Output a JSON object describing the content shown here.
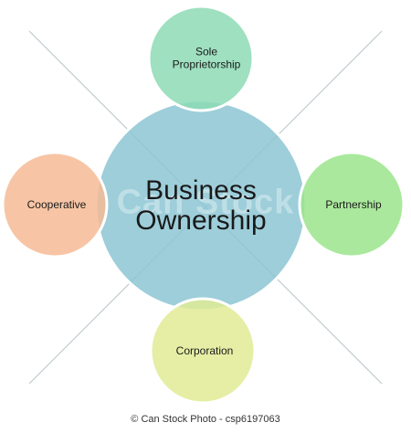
{
  "diagram": {
    "center": {
      "lines": [
        "Business",
        "Ownership"
      ],
      "fill": "#8cc6d4"
    },
    "nodes": [
      {
        "key": "top",
        "lines": [
          "Sole",
          "Proprietorship"
        ],
        "fill": "#8ddbb5"
      },
      {
        "key": "right",
        "lines": [
          "Partnership"
        ],
        "fill": "#9be58c"
      },
      {
        "key": "bottom",
        "lines": [
          "Corporation"
        ],
        "fill": "#e0eb94"
      },
      {
        "key": "left",
        "lines": [
          "Cooperative"
        ],
        "fill": "#f6bb95"
      }
    ]
  },
  "watermark": {
    "text": "Can Stock"
  },
  "credit": {
    "text": "© Can Stock Photo - csp6197063"
  },
  "colors": {
    "line": "#b8c4c8",
    "outline": "#ffffff"
  }
}
